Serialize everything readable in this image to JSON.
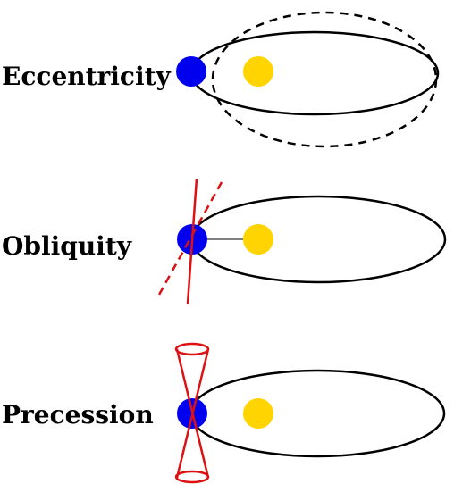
{
  "panels": [
    {
      "label": "Eccentricity"
    },
    {
      "label": "Obliquity"
    },
    {
      "label": "Precession"
    }
  ],
  "colors": {
    "earth": "#0000ee",
    "sun": "#ffd400",
    "axis": "#dd1111",
    "orbit": "#000000"
  },
  "icons": {
    "earth": "blue-circle-earth",
    "sun": "yellow-circle-sun"
  }
}
